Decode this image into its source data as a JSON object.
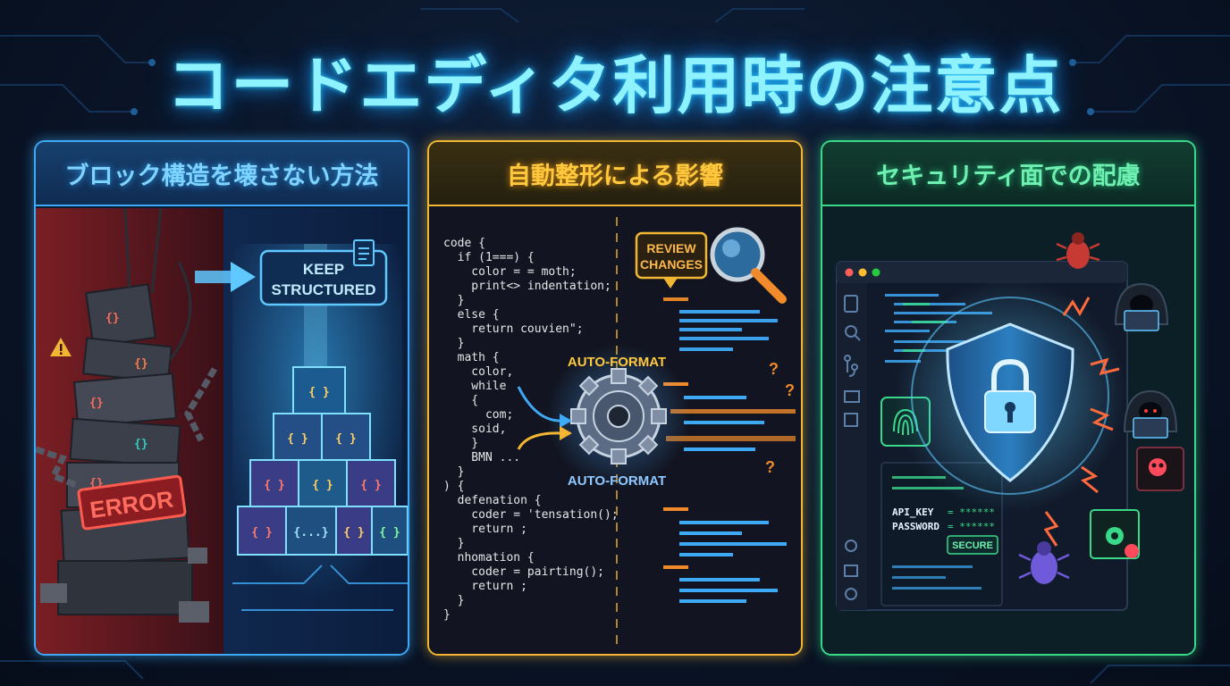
{
  "title": "コードエディタ利用時の注意点",
  "panels": [
    {
      "heading": "ブロック構造を壊さない方法",
      "error_label": "ERROR",
      "keep_label_line1": "KEEP",
      "keep_label_line2": "STRUCTURED",
      "broken_block_glyphs": [
        "{}",
        "{}",
        "{}",
        "{}",
        "{}"
      ],
      "stack_glyphs": [
        "{ }",
        "{ }",
        "{ }",
        "{ }",
        "{ }",
        "{ }",
        "{ }",
        "{...}",
        "{ }",
        "{ }"
      ],
      "accent": "#3ea9f5",
      "error_color": "#e0473d"
    },
    {
      "heading": "自動整形による影響",
      "review_line1": "REVIEW",
      "review_line2": "CHANGES",
      "auto_format_top": "AUTO-FORMAT",
      "auto_format_bottom": "AUTO-FORMAT",
      "code_lines": [
        "code {",
        "  if (1===) {",
        "    color = = moth;",
        "    print<> indentation;",
        "  }",
        "  else {",
        "    return couvien\";",
        "  }",
        "  math {",
        "    color,",
        "    while",
        "    {",
        "      com;",
        "    soid,",
        "    }",
        "    BMN ...",
        "  }",
        ") {",
        "  defenation {",
        "    coder = 'tensation();",
        "    return ;",
        "  }",
        "  nhomation {",
        "    coder = pairting();",
        "    return ;",
        "  }",
        "}"
      ],
      "accent": "#f2b632"
    },
    {
      "heading": "セキュリティ面での配慮",
      "api_key": "API_KEY",
      "api_key_mask": "= ******",
      "password": "PASSWORD",
      "password_mask": "= ******",
      "secure_label": "SECURE",
      "accent": "#39d98a"
    }
  ],
  "icons": [
    "document-icon",
    "arrow-right-icon",
    "magnifier-icon",
    "gear-icon",
    "shield-lock-icon",
    "fingerprint-icon",
    "bug-icon",
    "hacker-icon",
    "skull-icon",
    "warning-icon",
    "chain-icon"
  ]
}
